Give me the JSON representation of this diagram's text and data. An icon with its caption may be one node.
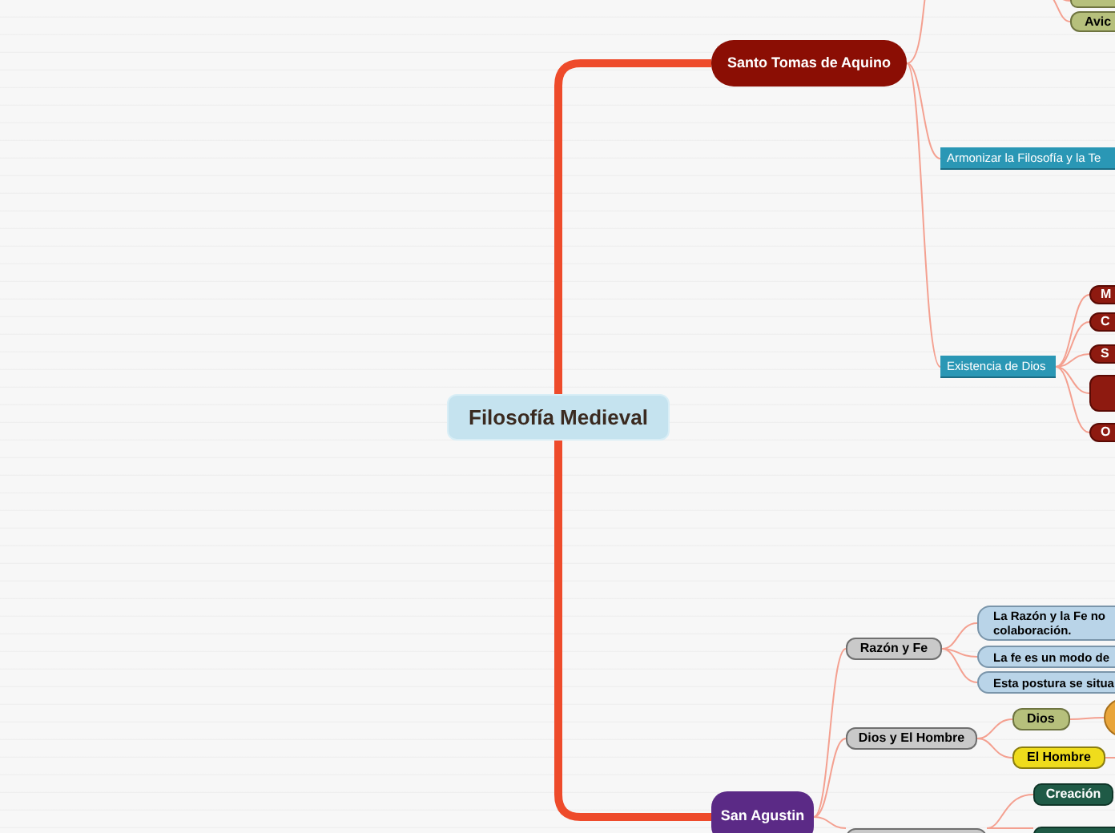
{
  "diagram": {
    "nodes": [
      {
        "text": [
          "Filosofía Medieval"
        ]
      },
      {
        "text": [
          "Santo Tomas de Aquino"
        ]
      },
      {
        "text": [],
        "shape": "box"
      },
      {
        "text": [
          "Avic"
        ]
      },
      {
        "text": [
          "Armonizar la Filosofía y la Te"
        ]
      },
      {
        "text": [
          "Existencia de Dios"
        ]
      },
      {
        "text": [
          "M"
        ]
      },
      {
        "text": [
          "C"
        ]
      },
      {
        "text": [
          "S"
        ]
      },
      {
        "text": [],
        "shape": "box"
      },
      {
        "text": [
          "O"
        ]
      },
      {
        "text": [
          "San Agustin"
        ]
      },
      {
        "text": [
          "Razón y Fe"
        ]
      },
      {
        "text": [
          "La Razón y la Fe no colaboración."
        ]
      },
      {
        "text": [
          "La fe es un modo de"
        ]
      },
      {
        "text": [
          "Esta postura se situa"
        ]
      },
      {
        "text": [
          "Dios y El Hombre"
        ]
      },
      {
        "text": [
          "Dios"
        ]
      },
      {
        "text": [],
        "shape": "circle"
      },
      {
        "text": [
          "El Hombre"
        ]
      },
      {
        "text": [
          "Creación"
        ]
      },
      {
        "text": [],
        "shape": "box"
      },
      {
        "text": [],
        "shape": "box"
      }
    ],
    "edges": [
      {
        "from": 0,
        "to": 1,
        "arrow": "none",
        "style": "thick",
        "color": "#ee4b2b"
      },
      {
        "from": 0,
        "to": 11,
        "arrow": "none",
        "style": "thick",
        "color": "#ee4b2b"
      },
      {
        "from": 1,
        "to": null,
        "arrow": "none"
      },
      {
        "from": null,
        "to": 2,
        "arrow": "none"
      },
      {
        "from": null,
        "to": 3,
        "arrow": "none"
      },
      {
        "from": 1,
        "to": 4,
        "arrow": "none"
      },
      {
        "from": 1,
        "to": 5,
        "arrow": "none"
      },
      {
        "from": 5,
        "to": 6,
        "arrow": "none"
      },
      {
        "from": 5,
        "to": 7,
        "arrow": "none"
      },
      {
        "from": 5,
        "to": 8,
        "arrow": "none"
      },
      {
        "from": 5,
        "to": 9,
        "arrow": "none"
      },
      {
        "from": 5,
        "to": 10,
        "arrow": "none"
      },
      {
        "from": 11,
        "to": 12,
        "arrow": "none"
      },
      {
        "from": 11,
        "to": 16,
        "arrow": "none"
      },
      {
        "from": 11,
        "to": 22,
        "arrow": "none"
      },
      {
        "from": 12,
        "to": 13,
        "arrow": "none"
      },
      {
        "from": 12,
        "to": 14,
        "arrow": "none"
      },
      {
        "from": 12,
        "to": 15,
        "arrow": "none"
      },
      {
        "from": 16,
        "to": 17,
        "arrow": "none"
      },
      {
        "from": 16,
        "to": 19,
        "arrow": "none"
      },
      {
        "from": 17,
        "to": 18,
        "arrow": "none"
      },
      {
        "from": 19,
        "to": null,
        "arrow": "none"
      },
      {
        "from": 22,
        "to": 20,
        "arrow": "none"
      },
      {
        "from": 22,
        "to": 21,
        "arrow": "none"
      }
    ]
  }
}
